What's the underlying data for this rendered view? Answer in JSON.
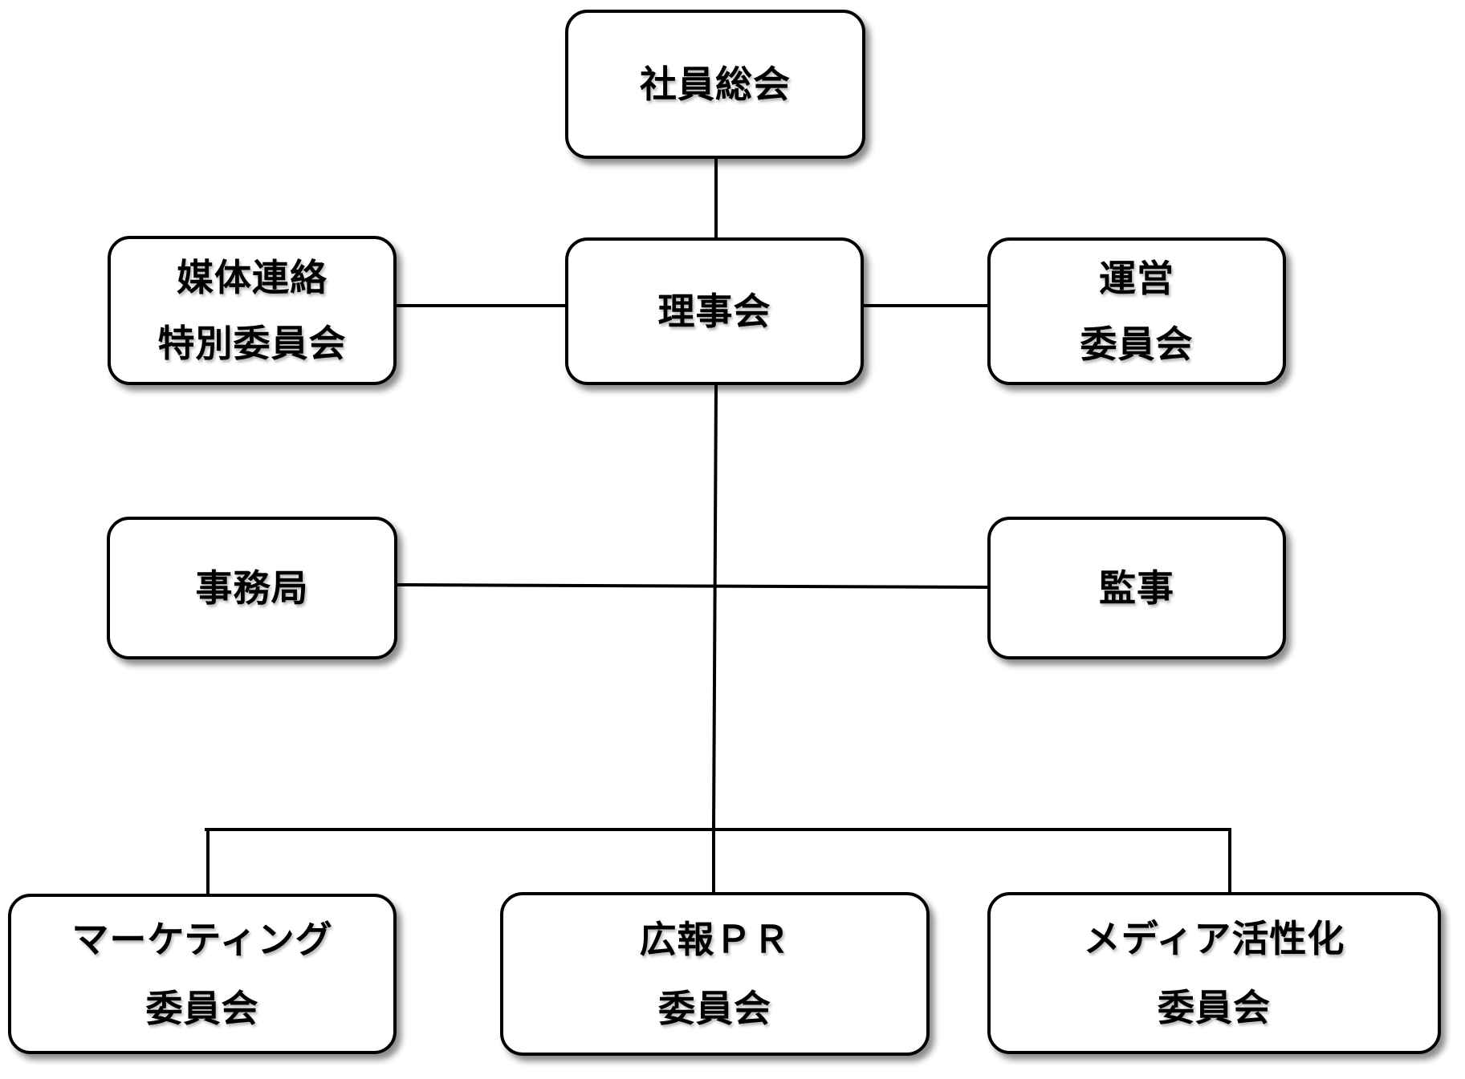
{
  "diagram": {
    "nodes": {
      "general_meeting": {
        "lines": [
          "社員総会"
        ]
      },
      "board": {
        "lines": [
          "理事会"
        ]
      },
      "media_liaison": {
        "lines": [
          "媒体連絡",
          "特別委員会"
        ]
      },
      "operations": {
        "lines": [
          "運営",
          "委員会"
        ]
      },
      "secretariat": {
        "lines": [
          "事務局"
        ]
      },
      "auditor": {
        "lines": [
          "監事"
        ]
      },
      "marketing": {
        "lines": [
          "マーケティング",
          "委員会"
        ]
      },
      "pr": {
        "lines": [
          "広報ＰＲ",
          "委員会"
        ]
      },
      "media_activation": {
        "lines": [
          "メディア活性化",
          "委員会"
        ]
      }
    },
    "edges": [
      [
        "general_meeting",
        "board"
      ],
      [
        "board",
        "media_liaison"
      ],
      [
        "board",
        "operations"
      ],
      [
        "board",
        "secretariat"
      ],
      [
        "board",
        "auditor"
      ],
      [
        "board",
        "marketing"
      ],
      [
        "board",
        "pr"
      ],
      [
        "board",
        "media_activation"
      ]
    ],
    "colors": {
      "line": "#000000",
      "box_fill": "#ffffff",
      "text": "#000000"
    }
  }
}
